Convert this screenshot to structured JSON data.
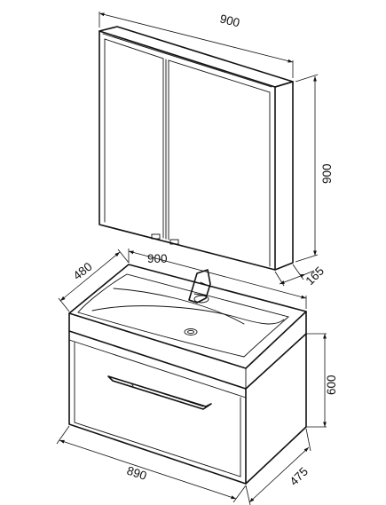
{
  "cabinet": {
    "width_label": "900",
    "height_label": "900",
    "depth_label": "165"
  },
  "basin": {
    "width_label": "900",
    "depth_label": "480"
  },
  "vanity": {
    "width_label": "890",
    "height_label": "600",
    "depth_label": "475"
  }
}
